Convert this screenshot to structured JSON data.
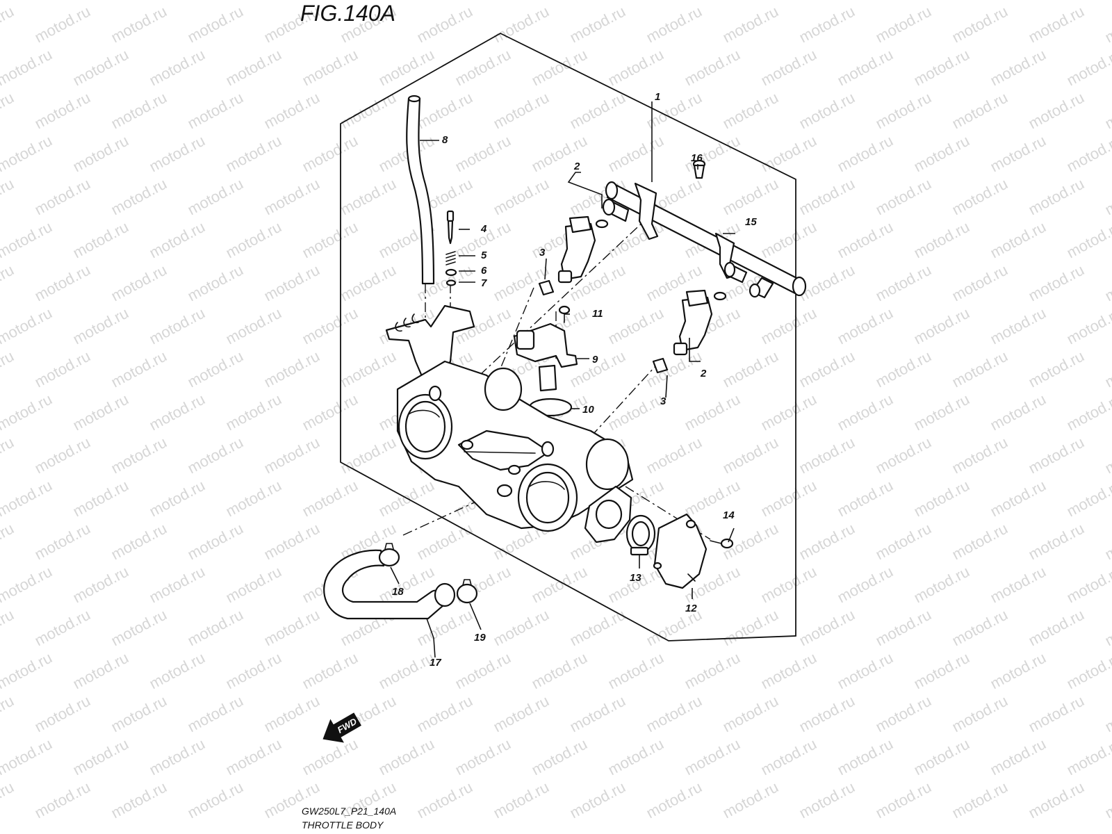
{
  "figure": {
    "title": "FIG.140A",
    "code": "GW250L7_P21_140A",
    "caption": "THROTTLE BODY",
    "watermark": "motod.ru",
    "direction_label": "FWD"
  },
  "callouts": [
    {
      "id": "c1",
      "label": "1"
    },
    {
      "id": "c2a",
      "label": "2"
    },
    {
      "id": "c2b",
      "label": "2"
    },
    {
      "id": "c3a",
      "label": "3"
    },
    {
      "id": "c3b",
      "label": "3"
    },
    {
      "id": "c4",
      "label": "4"
    },
    {
      "id": "c5",
      "label": "5"
    },
    {
      "id": "c6",
      "label": "6"
    },
    {
      "id": "c7",
      "label": "7"
    },
    {
      "id": "c8",
      "label": "8"
    },
    {
      "id": "c9",
      "label": "9"
    },
    {
      "id": "c10",
      "label": "10"
    },
    {
      "id": "c11",
      "label": "11"
    },
    {
      "id": "c12",
      "label": "12"
    },
    {
      "id": "c13",
      "label": "13"
    },
    {
      "id": "c14",
      "label": "14"
    },
    {
      "id": "c15",
      "label": "15"
    },
    {
      "id": "c16",
      "label": "16"
    },
    {
      "id": "c17",
      "label": "17"
    },
    {
      "id": "c18",
      "label": "18"
    },
    {
      "id": "c19",
      "label": "19"
    }
  ]
}
